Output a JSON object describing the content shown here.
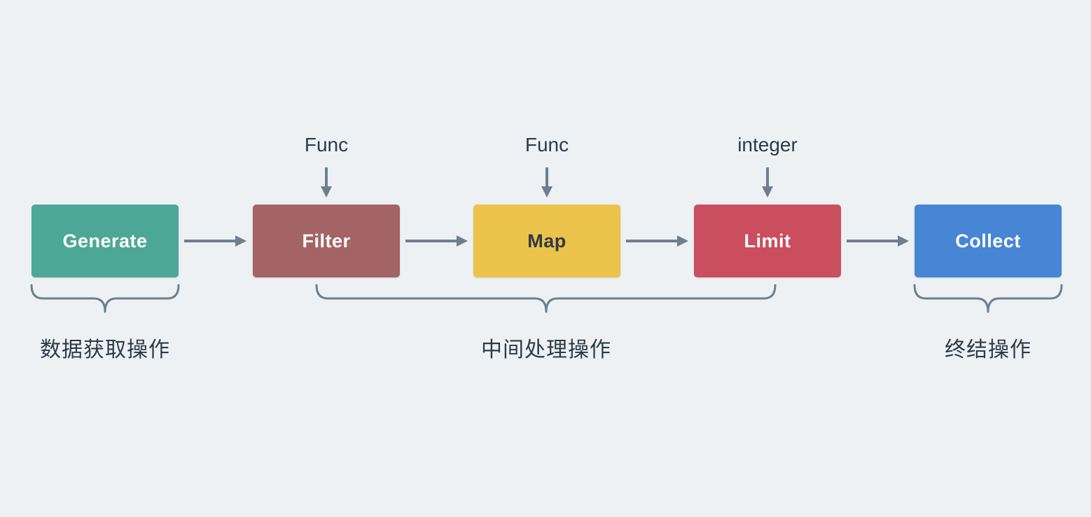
{
  "diagram": {
    "nodes": [
      {
        "id": "generate",
        "label": "Generate",
        "color": "#4DA796",
        "text_color": "#FFFFFF"
      },
      {
        "id": "filter",
        "label": "Filter",
        "color": "#A46466",
        "text_color": "#FFFFFF"
      },
      {
        "id": "map",
        "label": "Map",
        "color": "#ECC34A",
        "text_color": "#2E3A46"
      },
      {
        "id": "limit",
        "label": "Limit",
        "color": "#CA4E5E",
        "text_color": "#FFFFFF"
      },
      {
        "id": "collect",
        "label": "Collect",
        "color": "#4785D5",
        "text_color": "#FFFFFF"
      }
    ],
    "flow": [
      "Generate",
      "Filter",
      "Map",
      "Limit",
      "Collect"
    ],
    "inputs": [
      {
        "label": "Func",
        "target": "filter"
      },
      {
        "label": "Func",
        "target": "map"
      },
      {
        "label": "integer",
        "target": "limit"
      }
    ],
    "groups": [
      {
        "label": "数据获取操作",
        "spans": [
          "generate"
        ]
      },
      {
        "label": "中间处理操作",
        "spans": [
          "filter",
          "map",
          "limit"
        ]
      },
      {
        "label": "终结操作",
        "spans": [
          "collect"
        ]
      }
    ],
    "colors": {
      "background": "#EDF1F4",
      "connector": "#707E8C",
      "text": "#2E3A46"
    }
  }
}
